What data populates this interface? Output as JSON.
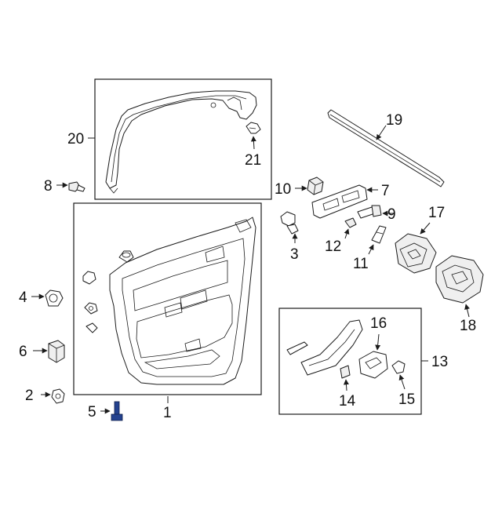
{
  "diagram": {
    "callouts": {
      "p1": "1",
      "p2": "2",
      "p3": "3",
      "p4": "4",
      "p5": "5",
      "p6": "6",
      "p7": "7",
      "p8": "8",
      "p9": "9",
      "p10": "10",
      "p11": "11",
      "p12": "12",
      "p13": "13",
      "p14": "14",
      "p15": "15",
      "p16": "16",
      "p17": "17",
      "p18": "18",
      "p19": "19",
      "p20": "20",
      "p21": "21"
    },
    "highlight_color": "#24428f"
  }
}
